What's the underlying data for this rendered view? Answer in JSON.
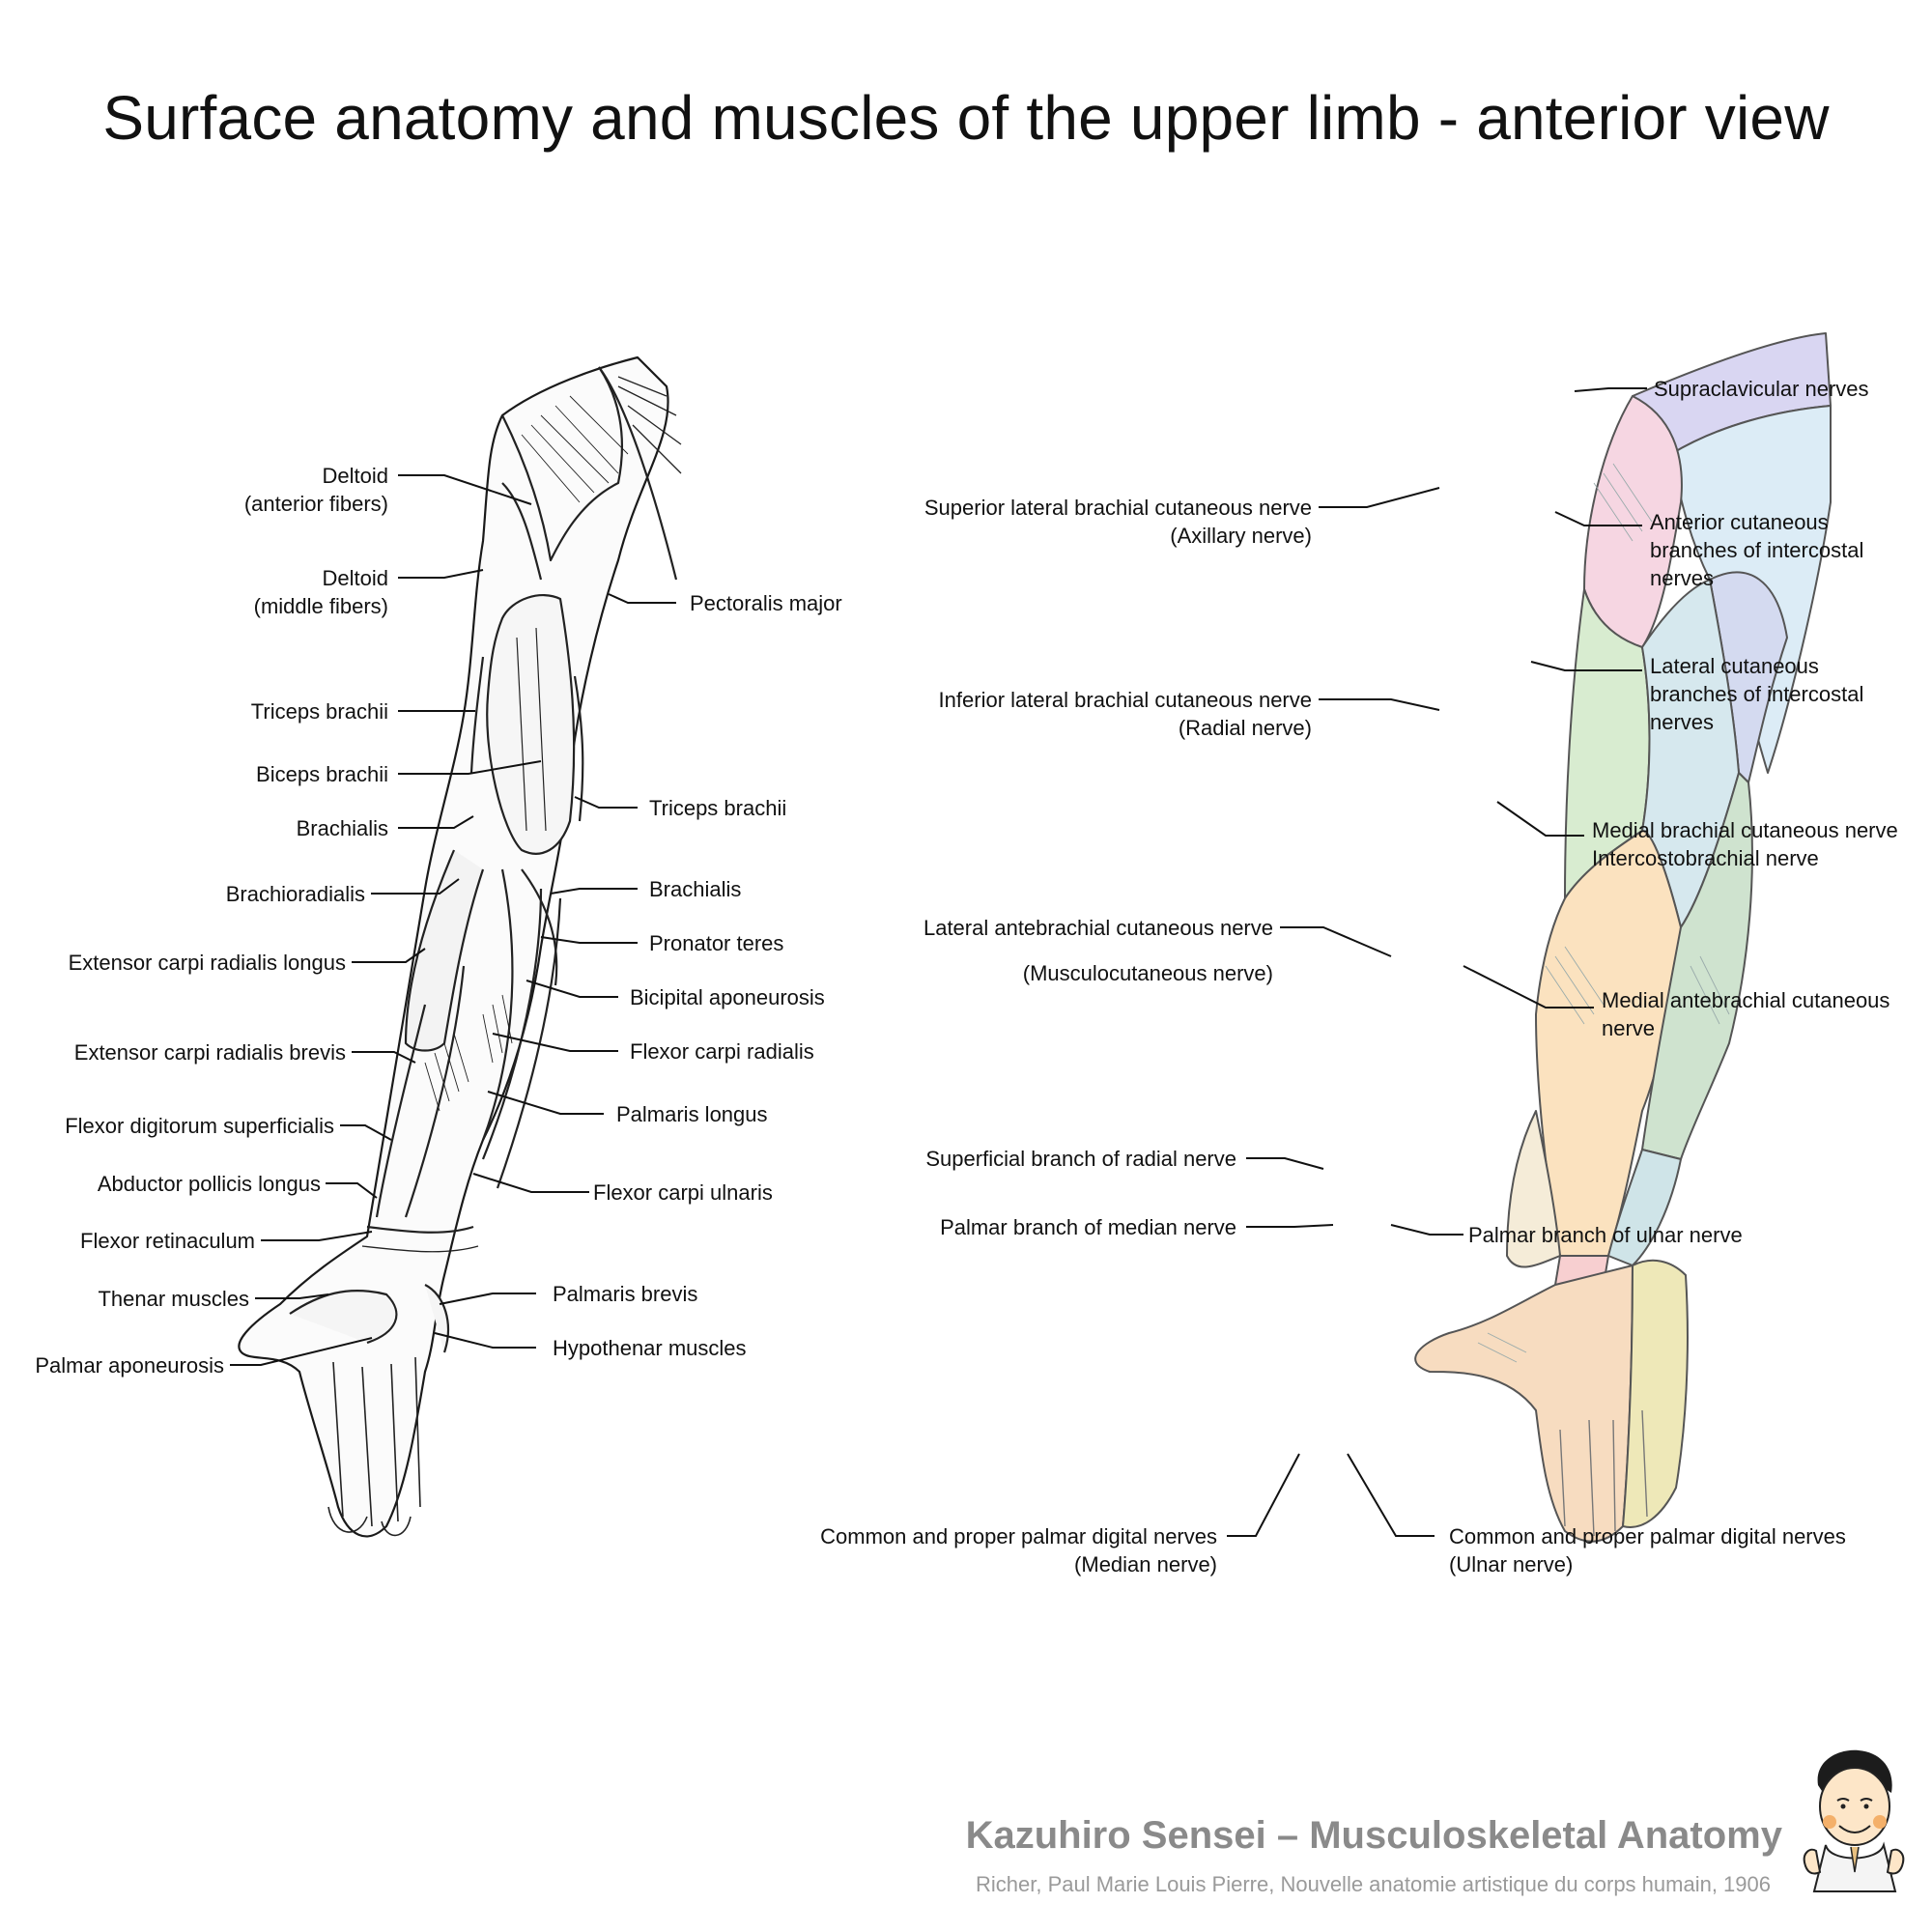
{
  "title": "Surface anatomy and muscles of the upper limb - anterior view",
  "muscle_labels_left": [
    {
      "lines": [
        "Deltoid",
        "(anterior fibers)"
      ]
    },
    {
      "lines": [
        "Deltoid",
        "(middle fibers)"
      ]
    },
    {
      "lines": [
        "Triceps brachii"
      ]
    },
    {
      "lines": [
        "Biceps brachii"
      ]
    },
    {
      "lines": [
        "Brachialis"
      ]
    },
    {
      "lines": [
        "Brachioradialis"
      ]
    },
    {
      "lines": [
        "Extensor carpi radialis longus"
      ]
    },
    {
      "lines": [
        "Extensor carpi radialis brevis"
      ]
    },
    {
      "lines": [
        "Flexor digitorum superficialis"
      ]
    },
    {
      "lines": [
        "Abductor pollicis longus"
      ]
    },
    {
      "lines": [
        "Flexor retinaculum"
      ]
    },
    {
      "lines": [
        "Thenar muscles"
      ]
    },
    {
      "lines": [
        "Palmar aponeurosis"
      ]
    }
  ],
  "muscle_labels_right": [
    {
      "lines": [
        "Pectoralis major"
      ]
    },
    {
      "lines": [
        "Triceps brachii"
      ]
    },
    {
      "lines": [
        "Brachialis"
      ]
    },
    {
      "lines": [
        "Pronator teres"
      ]
    },
    {
      "lines": [
        "Bicipital aponeurosis"
      ]
    },
    {
      "lines": [
        "Flexor carpi radialis"
      ]
    },
    {
      "lines": [
        "Palmaris longus"
      ]
    },
    {
      "lines": [
        "Flexor carpi ulnaris"
      ]
    },
    {
      "lines": [
        "Palmaris brevis"
      ]
    },
    {
      "lines": [
        "Hypothenar muscles"
      ]
    }
  ],
  "nerve_labels_left": [
    {
      "lines": [
        "Superior lateral brachial cutaneous nerve",
        "(Axillary nerve)"
      ]
    },
    {
      "lines": [
        "Inferior lateral brachial cutaneous nerve",
        "(Radial nerve)"
      ]
    },
    {
      "lines": [
        "Lateral antebrachial cutaneous nerve",
        "",
        "(Musculocutaneous nerve)"
      ]
    },
    {
      "lines": [
        "Superficial branch of radial nerve"
      ]
    },
    {
      "lines": [
        "Palmar branch of median nerve"
      ]
    },
    {
      "lines": [
        "Common and proper palmar digital nerves",
        "(Median nerve)"
      ]
    }
  ],
  "nerve_labels_right": [
    {
      "lines": [
        "Supraclavicular nerves"
      ]
    },
    {
      "lines": [
        "Anterior cutaneous",
        "branches of intercostal",
        "nerves"
      ]
    },
    {
      "lines": [
        "Lateral cutaneous",
        "branches of intercostal",
        "nerves"
      ]
    },
    {
      "lines": [
        "Medial brachial cutaneous nerve",
        "Intercostobrachial nerve"
      ]
    },
    {
      "lines": [
        "Medial antebrachial cutaneous",
        "nerve"
      ]
    },
    {
      "lines": [
        "Palmar branch of ulnar nerve"
      ]
    },
    {
      "lines": [
        "Common and proper palmar digital nerves",
        "(Ulnar nerve)"
      ]
    }
  ],
  "credit": {
    "title": "Kazuhiro Sensei – Musculoskeletal Anatomy",
    "source": "Richer, Paul Marie Louis Pierre, Nouvelle anatomie artistique du corps humain, 1906"
  },
  "colors": {
    "supraclavicular": "#d9d6f2",
    "anterior_intercostal": "#dcecf6",
    "lateral_intercostal": "#d4daf0",
    "axillary": "#f6d6e2",
    "radial_upper": "#d8ecd0",
    "musculocutaneous": "#fbe2bf",
    "medial_antebrachial": "#cfe3cf",
    "medial_brachial": "#d6e8ee",
    "radial_superficial": "#f5ecd8",
    "median_palmar": "#f7cfd0",
    "ulnar_palmar": "#cfe4e8",
    "median_digital": "#f7dcc0",
    "ulnar_digital": "#eee8b8"
  }
}
